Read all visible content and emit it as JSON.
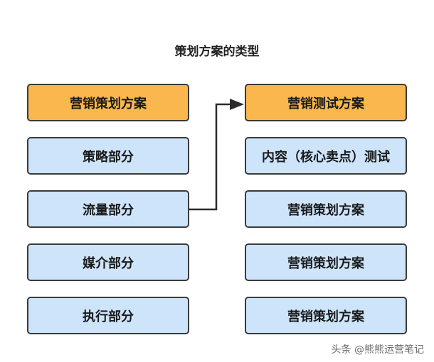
{
  "title": "策划方案的类型",
  "left_column": [
    {
      "label": "营销策划方案",
      "color": "#f9b74e"
    },
    {
      "label": "策略部分",
      "color": "#cde4fb"
    },
    {
      "label": "流量部分",
      "color": "#cde4fb"
    },
    {
      "label": "媒介部分",
      "color": "#cde4fb"
    },
    {
      "label": "执行部分",
      "color": "#cde4fb"
    }
  ],
  "right_column": [
    {
      "label": "营销测试方案",
      "color": "#f9b74e"
    },
    {
      "label": "内容（核心卖点）测试",
      "color": "#cde4fb"
    },
    {
      "label": "营销策划方案",
      "color": "#cde4fb"
    },
    {
      "label": "营销策划方案",
      "color": "#cde4fb"
    },
    {
      "label": "营销策划方案",
      "color": "#cde4fb"
    }
  ],
  "connector": {
    "from": "流量部分",
    "to": "营销测试方案"
  },
  "watermark": "头条 @熊熊运营笔记"
}
